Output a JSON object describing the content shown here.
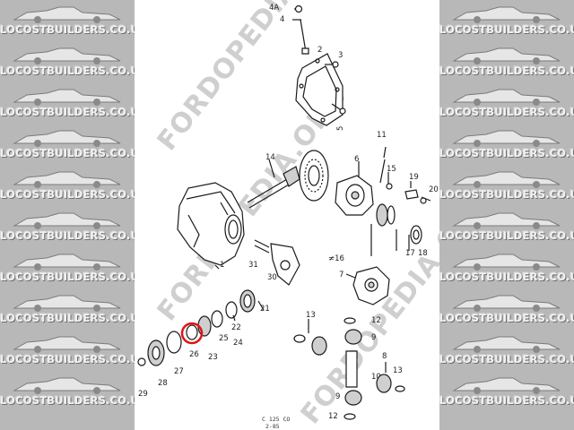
{
  "side_watermark": {
    "text": "LOCOSTBUILDERS.CO.UK",
    "rows": 10
  },
  "diagram": {
    "watermark": "FORDOPEDIA.ORG",
    "highlight_color": "#e0141b",
    "highlighted_part": "26",
    "ref_code": [
      "C 125 CO",
      "2-85"
    ],
    "labels": {
      "p4a": "4A",
      "p4": "4",
      "p3": "3",
      "p2": "2",
      "p5": "5",
      "p11": "11",
      "p14": "14",
      "p6": "6",
      "p15": "15",
      "p19": "19",
      "p20": "20",
      "p1": "1",
      "p31": "31",
      "p30": "30",
      "p16": "≠16",
      "p17": "17",
      "p18": "18",
      "p7": "7",
      "p21": "21",
      "p22": "22",
      "p24": "24",
      "p25": "25",
      "p23": "23",
      "p26": "26",
      "p27": "27",
      "p28": "28",
      "p29": "29",
      "p13a": "13",
      "p12a": "12",
      "p9a": "9",
      "p10": "10",
      "p8": "8",
      "p13b": "13",
      "p9b": "9",
      "p12b": "12"
    }
  }
}
